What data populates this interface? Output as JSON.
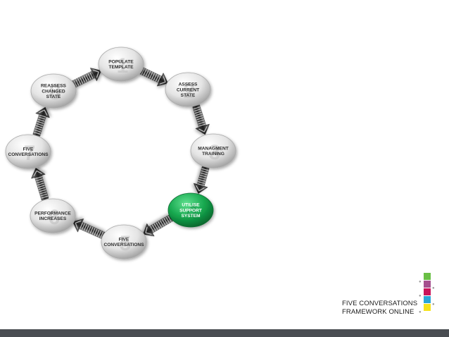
{
  "diagram": {
    "nodes": [
      {
        "number": "1",
        "lines": [
          "POPULATE",
          "TEMPLATE"
        ],
        "active": false
      },
      {
        "number": "2",
        "lines": [
          "ASSESS",
          "CURRENT",
          "STATE"
        ],
        "active": false
      },
      {
        "number": "3",
        "lines": [
          "MANAGMENT",
          "TRAINING"
        ],
        "active": false
      },
      {
        "number": "4",
        "lines": [
          "UTILISE",
          "SUPPORT",
          "SYSTEM"
        ],
        "active": true
      },
      {
        "number": "5",
        "lines": [
          "FIVE",
          "CONVERSATIONS"
        ],
        "active": false
      },
      {
        "number": "6",
        "lines": [
          "PERFORMANCE",
          "INCREASES"
        ],
        "active": false
      },
      {
        "number": "7",
        "lines": [
          "FIVE",
          "CONVERSATIONS"
        ],
        "active": false
      },
      {
        "number": "8",
        "lines": [
          "REASSESS",
          "CHANGED",
          "STATE"
        ],
        "active": false
      }
    ],
    "colors": {
      "node_fill": "#e6e6e6",
      "node_active": "#12a24a",
      "arrow_dark": "#2b2b2b"
    }
  },
  "brand": {
    "line1": "FIVE CONVERSATIONS",
    "line2": "FRAMEWORK ONLINE",
    "colors": [
      "#6abf45",
      "#a54f8e",
      "#c9145a",
      "#2aa6d8",
      "#f5e21c"
    ]
  },
  "footer": {
    "color": "#4a4d52"
  }
}
